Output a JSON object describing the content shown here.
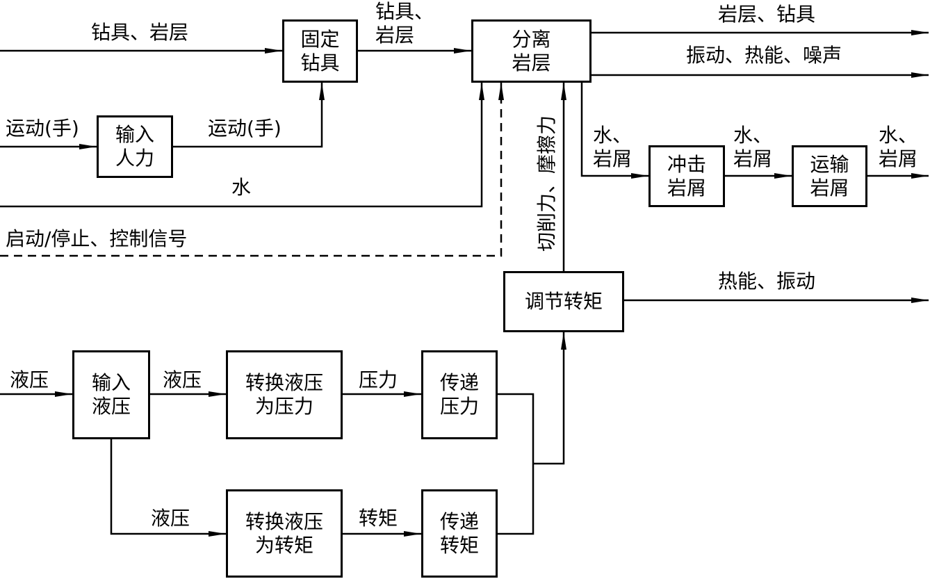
{
  "boxes": {
    "fix_tool": [
      "固定",
      "钻具"
    ],
    "separate_rock": [
      "分离",
      "岩层"
    ],
    "input_manpower": [
      "输入",
      "人力"
    ],
    "impact_debris": [
      "冲击",
      "岩屑"
    ],
    "transport_debris": [
      "运输",
      "岩屑"
    ],
    "adjust_torque": [
      "调节转矩"
    ],
    "input_hydraulic": [
      "输入",
      "液压"
    ],
    "convert_to_pressure": [
      "转换液压",
      "为压力"
    ],
    "transmit_pressure": [
      "传递",
      "压力"
    ],
    "convert_to_torque": [
      "转换液压",
      "为转矩"
    ],
    "transmit_torque": [
      "传递",
      "转矩"
    ]
  },
  "labels": {
    "tool_rock_in": "钻具、岩层",
    "tool_rock_mid": [
      "钻具、",
      "岩层"
    ],
    "rock_tool_out": "岩层、钻具",
    "vibration_heat_noise": "振动、热能、噪声",
    "motion_hand_in": "运动(手)",
    "motion_hand_out": "运动(手)",
    "water": "水",
    "start_stop_signal": "启动/停止、控制信号",
    "water_debris_1": [
      "水、",
      "岩屑"
    ],
    "water_debris_2": [
      "水、",
      "岩屑"
    ],
    "water_debris_3": [
      "水、",
      "岩屑"
    ],
    "cutting_friction": "切削力、摩擦力",
    "heat_vibration": "热能、振动",
    "hydraulic_in": "液压",
    "hydraulic_to_pressure": "液压",
    "pressure": "压力",
    "hydraulic_to_torque": "液压",
    "torque": "转矩"
  }
}
